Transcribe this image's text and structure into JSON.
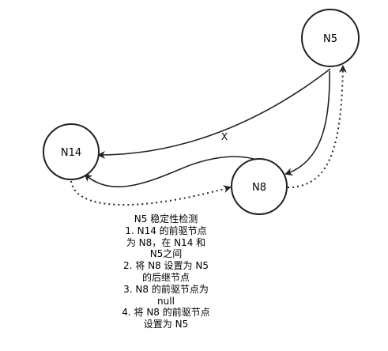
{
  "nodes": {
    "n5": {
      "label": "N5"
    },
    "n14": {
      "label": "N14"
    },
    "n8": {
      "label": "N8"
    }
  },
  "edges": {
    "n5_to_n14": {
      "label": "X"
    }
  },
  "note": {
    "lines": [
      "N5 稳定性检测",
      "1. N14 的前驱节点",
      "为 N8，在 N14 和",
      "N5之间",
      "2. 将 N8 设置为 N5",
      "的后继节点",
      "3. N8 的前驱节点为",
      "null",
      "4. 将 N8 的前驱节点",
      "设置为 N5"
    ]
  },
  "colors": {
    "stroke": "#222222",
    "fill": "#ffffff"
  }
}
